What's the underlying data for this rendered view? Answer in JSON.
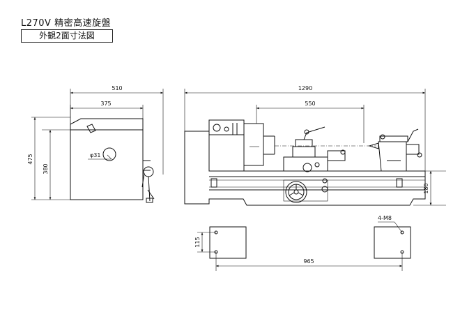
{
  "title": "L270V 精密高速旋盤",
  "subtitle": "外観2面寸法図",
  "dimensions": {
    "side_width": "510",
    "side_inner_width": "375",
    "side_height": "475",
    "side_mid_height": "380",
    "handwheel_dia": "φ31",
    "front_length": "1290",
    "between_centers": "550",
    "center_height": "180",
    "foot_depth": "115",
    "foot_spacing": "965",
    "bolt_holes": "4-M8"
  }
}
